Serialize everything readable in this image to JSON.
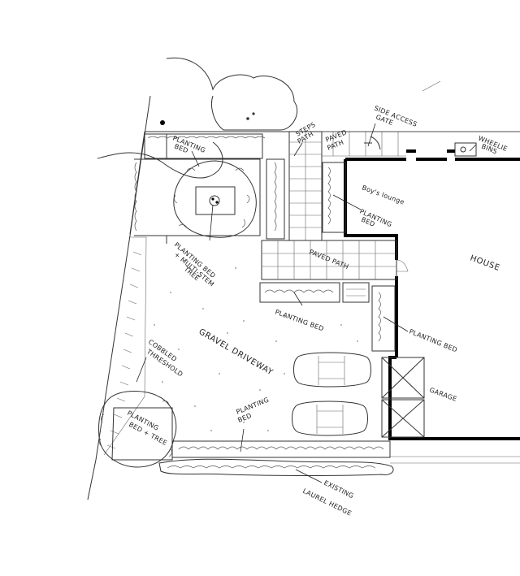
{
  "plan": {
    "labels": {
      "side_access_gate": [
        "SIDE ACCESS",
        "GATE"
      ],
      "steps": [
        "STEPS",
        "PATH"
      ],
      "paved_path_top": [
        "PAVED",
        "PATH"
      ],
      "wheelie_bins": [
        "WHEELIE",
        "BINS"
      ],
      "planting_bed_top": [
        "PLANTING",
        "BED"
      ],
      "boys_lounge": "Boy's lounge",
      "planting_bed_lounge": [
        "PLANTING",
        "BED"
      ],
      "house": "HOUSE",
      "paved_path_mid": "PAVED PATH",
      "planting_bed_circle": [
        "PLANTING BED",
        "+ MULTI-STEM",
        "TREE"
      ],
      "planting_bed_mid": "PLANTING BED",
      "planting_bed_right": "PLANTING BED",
      "gravel_driveway": "GRAVEL DRIVEWAY",
      "cobbled_threshold": [
        "COBBLED",
        "THRESHOLD"
      ],
      "garage": "GARAGE",
      "planting_bed_tree": [
        "PLANTING",
        "BED + TREE"
      ],
      "planting_bed_bottom": [
        "PLANTING",
        "BED"
      ],
      "existing_laurel_hedge": [
        "EXISTING",
        "LAUREL HEDGE"
      ]
    }
  }
}
